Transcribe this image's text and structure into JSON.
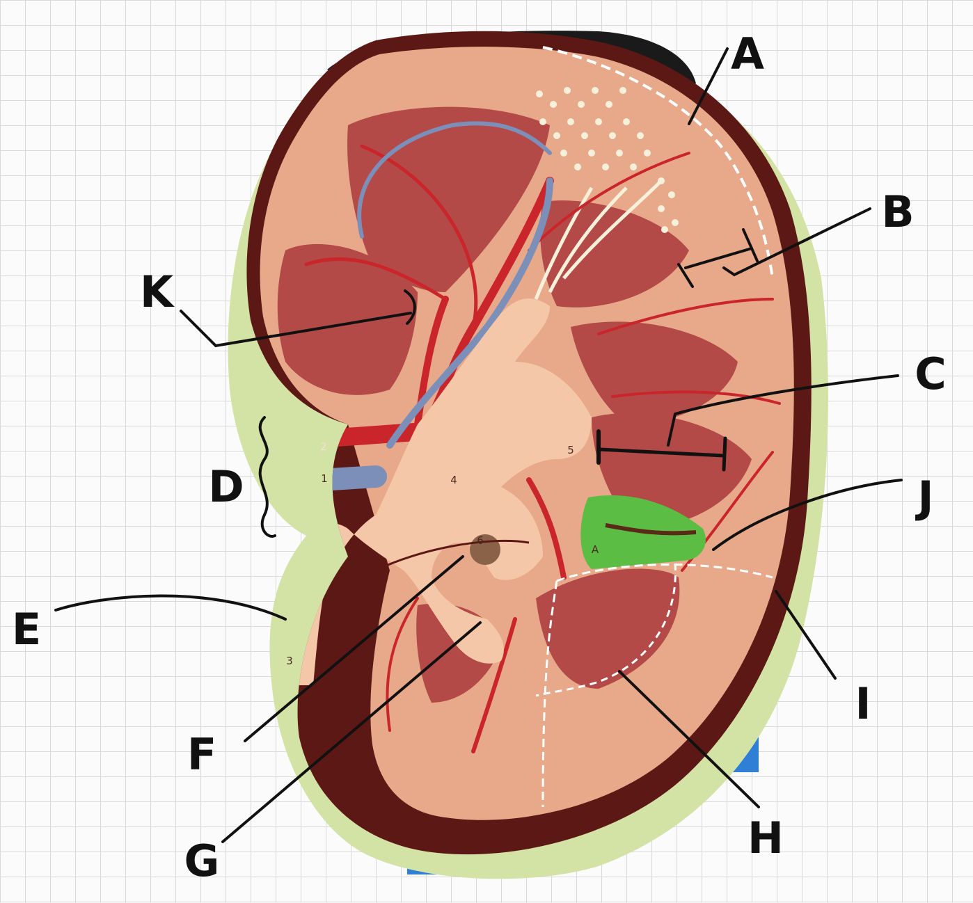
{
  "diagram": {
    "labels": {
      "A": "A",
      "B": "B",
      "C": "C",
      "D": "D",
      "E": "E",
      "F": "F",
      "G": "G",
      "H": "H",
      "I": "I",
      "J": "J",
      "K": "K"
    },
    "model_numbers": {
      "n1": "1",
      "n2": "2",
      "n3": "3",
      "n4": "4",
      "n5": "5",
      "n6": "6",
      "nA": "A"
    },
    "colors": {
      "paper_green": "#d3e3a6",
      "cortex": "#e8a98a",
      "medulla": "#b34a48",
      "vessel_red": "#c9252a",
      "vein_blue": "#7c8fb8",
      "pelvis": "#f4c7a8",
      "capsule": "#5c1814",
      "green_patch": "#5bbd44",
      "tape_blue": "#2f7fd6"
    }
  }
}
